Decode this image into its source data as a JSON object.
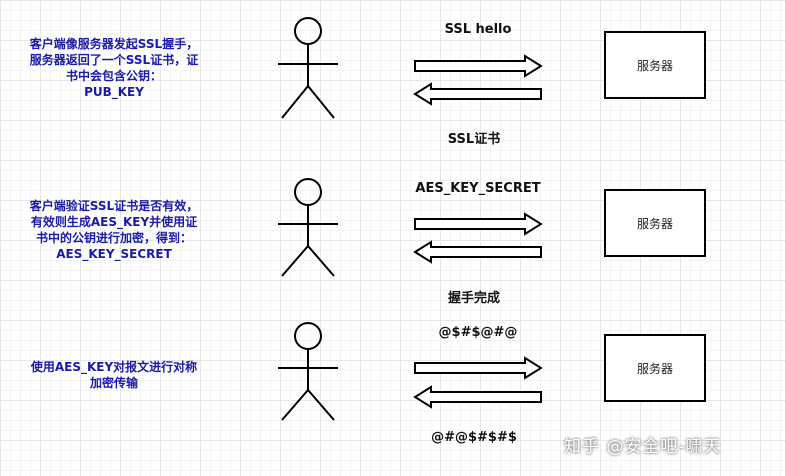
{
  "rows": [
    {
      "note_lines": [
        "客户端像服务器发起SSL握手，",
        "服务器返回了一个SSL证书，证",
        "书中会包含公钥：",
        "PUB_KEY"
      ],
      "message_top": "SSL hello",
      "message_bottom": "SSL证书",
      "server_label": "服务器"
    },
    {
      "note_lines": [
        "客户端验证SSL证书是否有效，",
        "有效则生成AES_KEY并使用证",
        "书中的公钥进行加密，得到：",
        "AES_KEY_SECRET"
      ],
      "message_top": "AES_KEY_SECRET",
      "message_bottom": "握手完成",
      "server_label": "服务器"
    },
    {
      "note_lines": [
        "使用AES_KEY对报文进行对称",
        "加密传输"
      ],
      "message_top": "@$#$@#@",
      "message_bottom": "@#@$#$#$",
      "server_label": "服务器"
    }
  ],
  "watermark": "知乎 @安全吧-啸天",
  "colors": {
    "note_text": "#1a1aa8",
    "grid": "#e6e6e6"
  }
}
